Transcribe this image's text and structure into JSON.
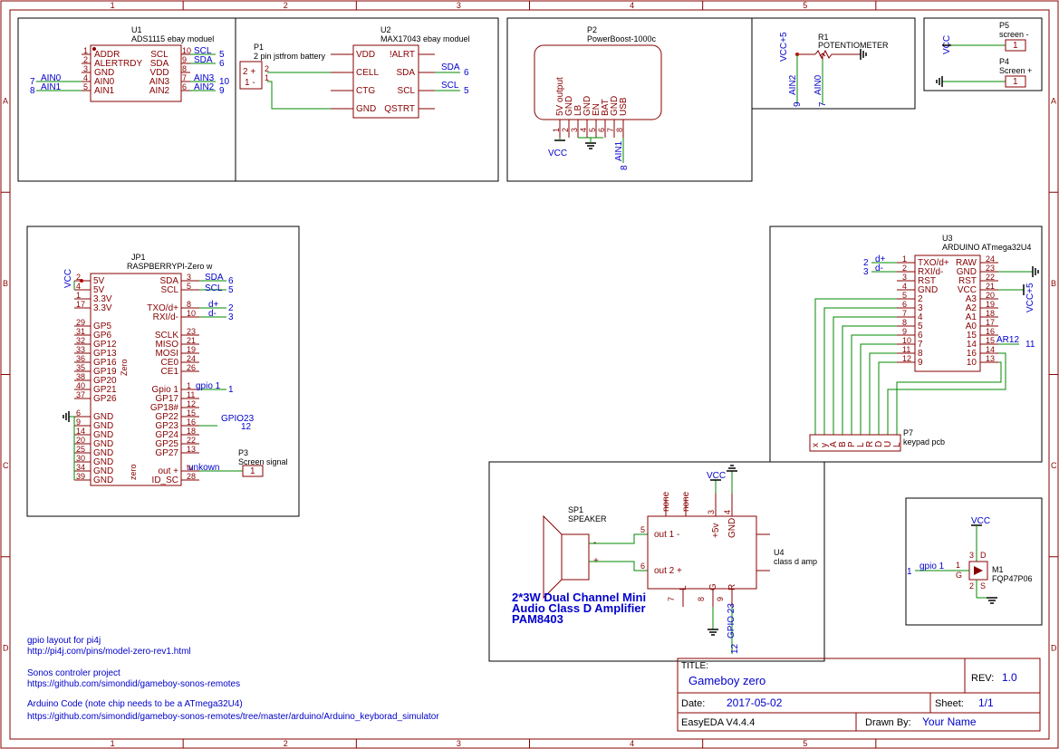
{
  "title_block": {
    "title_label": "TITLE:",
    "title": "Gameboy zero",
    "rev_label": "REV:",
    "rev": "1.0",
    "date_label": "Date:",
    "date": "2017-05-02",
    "sheet_label": "Sheet:",
    "sheet": "1/1",
    "tool": "EasyEDA V4.4.4",
    "drawn_label": "Drawn By:",
    "drawn": "Your Name"
  },
  "border": {
    "cols": [
      "1",
      "2",
      "3",
      "4",
      "5"
    ],
    "rows": [
      "A",
      "B",
      "C",
      "D"
    ]
  },
  "notes": [
    "gpio layout for pi4j",
    "http://pi4j.com/pins/model-zero-rev1.html",
    "Sonos controler project",
    "https://github.com/simondid/gameboy-sonos-remotes",
    "Arduino Code (note chip needs to be a ATmega32U4)",
    "https://github.com/simondid/gameboy-sonos-remotes/tree/master/arduino/Arduino_keyborad_simulator"
  ],
  "u1": {
    "ref": "U1",
    "name": "ADS1115 ebay moduel",
    "left_pins": [
      [
        "1",
        "ADDR"
      ],
      [
        "2",
        "ALERTRDY"
      ],
      [
        "3",
        "GND"
      ],
      [
        "4",
        "AIN0"
      ],
      [
        "5",
        "AIN1"
      ]
    ],
    "right_pins": [
      [
        "10",
        "SCL"
      ],
      [
        "9",
        "SDA"
      ],
      [
        "8",
        "VDD"
      ],
      [
        "7",
        "AIN3"
      ],
      [
        "6",
        "AIN2"
      ]
    ],
    "left_nets": [
      [
        "7",
        "AIN0"
      ],
      [
        "8",
        "AIN1"
      ]
    ],
    "right_nets": [
      [
        "SCL",
        "5"
      ],
      [
        "SDA",
        "6"
      ],
      [
        "AIN3",
        "10"
      ],
      [
        "AIN2",
        "9"
      ]
    ]
  },
  "p1": {
    "ref": "P1",
    "name": "2 pin jstfrom battery",
    "pins": [
      "2 +",
      "1 -"
    ],
    "nums": [
      "2",
      "1"
    ]
  },
  "u2": {
    "ref": "U2",
    "name": "MAX17043 ebay moduel",
    "left_pins": [
      "VDD",
      "CELL",
      "CTG",
      "GND"
    ],
    "right_pins": [
      "!ALRT",
      "SDA",
      "SCL",
      "QSTRT"
    ],
    "right_nets": [
      [
        "SDA",
        "6"
      ],
      [
        "SCL",
        "5"
      ]
    ]
  },
  "p2": {
    "ref": "P2",
    "name": "PowerBoost-1000c",
    "pins": [
      "5V output",
      "GND",
      "LB",
      "GND",
      "EN",
      "BAT",
      "GND",
      "USB"
    ],
    "nums": [
      "1",
      "2",
      "3",
      "4",
      "5",
      "6",
      "7",
      "8"
    ],
    "vcc": "VCC",
    "net": "AIN1",
    "net_num": "8"
  },
  "r1": {
    "ref": "R1",
    "name": "POTENTIOMETER",
    "vcc": "VCC+5",
    "nets": [
      [
        "9",
        "AIN2"
      ],
      [
        "7",
        "AIN0"
      ]
    ]
  },
  "screen": {
    "vcc": "VCC",
    "p5_ref": "P5",
    "p5_name": "screen -",
    "p4_ref": "P4",
    "p4_name": "Screen +",
    "pin": "1"
  },
  "jp1": {
    "ref": "JP1",
    "name": "RASPBERRYPI-Zero w",
    "vcc": "VCC",
    "left_pins": [
      [
        "2",
        "5V"
      ],
      [
        "4",
        "5V"
      ],
      [
        "1",
        "3.3V"
      ],
      [
        "17",
        "3.3V"
      ],
      [
        "29",
        "GP5"
      ],
      [
        "31",
        "GP6"
      ],
      [
        "32",
        "GP12"
      ],
      [
        "33",
        "GP13"
      ],
      [
        "36",
        "GP16"
      ],
      [
        "35",
        "GP19"
      ],
      [
        "38",
        "GP20"
      ],
      [
        "40",
        "GP21"
      ],
      [
        "37",
        "GP26"
      ],
      [
        "6",
        "GND"
      ],
      [
        "9",
        "GND"
      ],
      [
        "14",
        "GND"
      ],
      [
        "20",
        "GND"
      ],
      [
        "25",
        "GND"
      ],
      [
        "30",
        "GND"
      ],
      [
        "34",
        "GND"
      ],
      [
        "39",
        "GND"
      ]
    ],
    "right_pins": [
      [
        "3",
        "SDA"
      ],
      [
        "5",
        "SCL"
      ],
      [
        "8",
        "TXO/d+"
      ],
      [
        "10",
        "RXI/d-"
      ],
      [
        "23",
        "SCLK"
      ],
      [
        "21",
        "MISO"
      ],
      [
        "19",
        "MOSI"
      ],
      [
        "24",
        "CE0"
      ],
      [
        "26",
        "CE1"
      ],
      [
        "1",
        "Gpio 1"
      ],
      [
        "11",
        "GP17"
      ],
      [
        "12",
        "GP18#"
      ],
      [
        "15",
        "GP22"
      ],
      [
        "16",
        "GP23"
      ],
      [
        "18",
        "GP24"
      ],
      [
        "22",
        "GP25"
      ],
      [
        "13",
        "GP27"
      ],
      [
        "tv",
        "out +"
      ],
      [
        "28",
        "ID_SC"
      ]
    ],
    "nets": [
      [
        "SDA",
        "6"
      ],
      [
        "SCL",
        "5"
      ],
      [
        "d+",
        "2"
      ],
      [
        "d-",
        "3"
      ],
      [
        "gpio 1",
        "1"
      ],
      [
        "GPIO23",
        "12"
      ],
      [
        "unkown",
        ""
      ]
    ],
    "side_label": "Zero",
    "side_label2": "zero",
    "p3_ref": "P3",
    "p3_name": "Screen signal",
    "p3_pin": "1"
  },
  "u3": {
    "ref": "U3",
    "name": "ARDUINO ATmega32U4",
    "left_pins": [
      [
        "1",
        "TXO/d+"
      ],
      [
        "2",
        "RXI/d-"
      ],
      [
        "3",
        "RST"
      ],
      [
        "4",
        "GND"
      ],
      [
        "5",
        "2"
      ],
      [
        "6",
        "3"
      ],
      [
        "7",
        "4"
      ],
      [
        "8",
        "5"
      ],
      [
        "9",
        "6"
      ],
      [
        "10",
        "7"
      ],
      [
        "11",
        "8"
      ],
      [
        "12",
        "9"
      ]
    ],
    "right_pins": [
      [
        "24",
        "RAW"
      ],
      [
        "23",
        "GND"
      ],
      [
        "22",
        "RST"
      ],
      [
        "21",
        "VCC"
      ],
      [
        "20",
        "A3"
      ],
      [
        "19",
        "A2"
      ],
      [
        "18",
        "A1"
      ],
      [
        "17",
        "A0"
      ],
      [
        "16",
        "15"
      ],
      [
        "15",
        "14"
      ],
      [
        "14",
        "16"
      ],
      [
        "13",
        "10"
      ]
    ],
    "left_nets": [
      [
        "2",
        "d+"
      ],
      [
        "3",
        "d-"
      ]
    ],
    "right_net": [
      "AR12",
      "11"
    ],
    "vcc": "VCC+5"
  },
  "p7": {
    "ref": "P7",
    "name": "keypad pcb",
    "keys": [
      "x",
      "y",
      "A",
      "B",
      "P",
      "L",
      "R",
      "D",
      "U",
      "L"
    ]
  },
  "u4": {
    "ref": "U4",
    "name": "class d amp",
    "sp_ref": "SP1",
    "sp_name": "SPEAKER",
    "desc": [
      "2*3W Dual Channel Mini",
      "Audio Class D Amplifier",
      "PAM8403"
    ],
    "top_pins": [
      [
        "3",
        "+5v"
      ],
      [
        "4",
        "GND"
      ]
    ],
    "top_nones": [
      "none",
      "none"
    ],
    "left_pins": [
      [
        "5",
        "out 1 -"
      ],
      [
        "6",
        "out 2 +"
      ]
    ],
    "bottom_pins": [
      [
        "7",
        "L"
      ],
      [
        "8",
        "G"
      ],
      [
        "9",
        "R"
      ]
    ],
    "vcc": "VCC",
    "net": "GPIO 23",
    "net_num": "12",
    "minus": "-",
    "plus": "+"
  },
  "m1": {
    "ref": "M1",
    "name": "FQP47P06",
    "vcc": "VCC",
    "net": "gpio 1",
    "net_num": "1",
    "pins": [
      [
        "1",
        "G"
      ],
      [
        "3",
        "D"
      ],
      [
        "2",
        "S"
      ]
    ]
  }
}
